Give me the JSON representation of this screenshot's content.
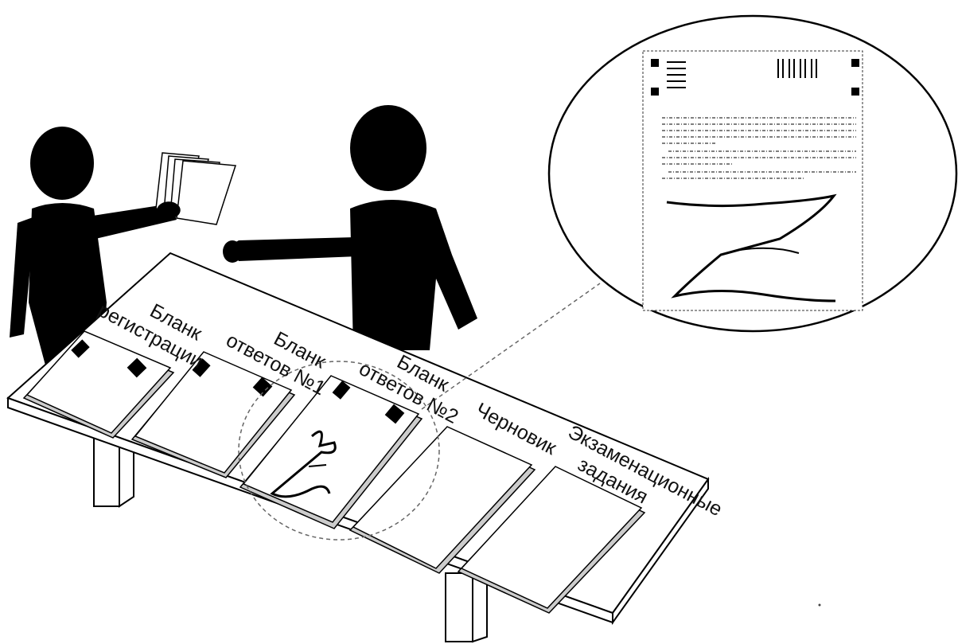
{
  "labels": {
    "registration_form": [
      "Бланк",
      "регистрации"
    ],
    "answers_form_1": [
      "Бланк",
      "ответов №1"
    ],
    "answers_form_2": [
      "Бланк",
      "ответов №2"
    ],
    "draft": "Черновик",
    "exam_tasks": [
      "Экзаменационные",
      "задания"
    ]
  },
  "annotation": {
    "cancel_mark": "Z"
  },
  "icons": {
    "person_left": "person-silhouette",
    "person_right": "person-silhouette",
    "magnifier": "zoom-circle"
  },
  "colors": {
    "ink": "#000000",
    "paper": "#ffffff",
    "dashed_line": "#666666"
  }
}
